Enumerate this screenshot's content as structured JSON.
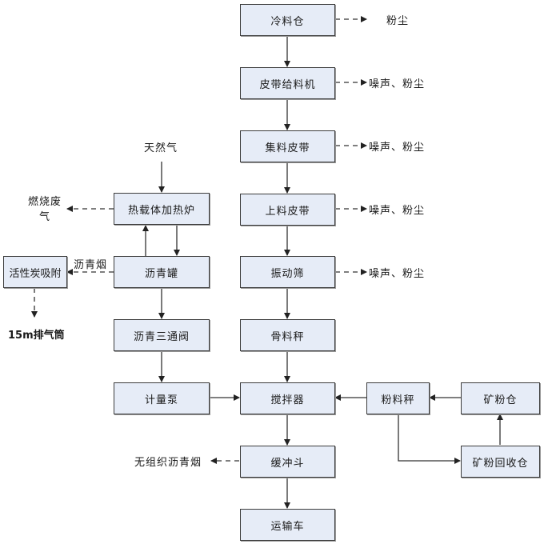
{
  "diagram": {
    "type": "process-flowchart",
    "colors": {
      "box_fill": "#e6ecf7",
      "box_border": "#3c3c3c",
      "line": "#333333"
    },
    "nodes": {
      "cold_bin": "冷料仓",
      "belt_feeder": "皮带给料机",
      "collecting_belt": "集料皮带",
      "loading_belt": "上料皮带",
      "vibrating_screen": "振动筛",
      "aggregate_scale": "骨料秤",
      "mixer": "搅拌器",
      "buffer_hopper": "缓冲斗",
      "transport_truck": "运输车",
      "heat_carrier_furnace": "热载体加热炉",
      "asphalt_tank": "沥青罐",
      "asphalt_three_way_valve": "沥青三通阀",
      "metering_pump": "计量泵",
      "activated_carbon_adsorption": "活性炭吸附",
      "powder_scale": "粉料秤",
      "mineral_powder_bin": "矿粉仓",
      "mineral_powder_recovery_bin": "矿粉回收仓"
    },
    "labels": {
      "dust": "粉尘",
      "noise_dust_1": "噪声、粉尘",
      "noise_dust_2": "噪声、粉尘",
      "noise_dust_3": "噪声、粉尘",
      "noise_dust_4": "噪声、粉尘",
      "natural_gas": "天然气",
      "combustion_exhaust_line1": "燃烧废",
      "combustion_exhaust_line2": "气",
      "asphalt_fume": "沥青烟",
      "stack_15m": "15m排气筒",
      "fugitive_asphalt_fume": "无组织沥青烟"
    },
    "edges": [
      {
        "from": "冷料仓",
        "to": "皮带给料机",
        "style": "solid"
      },
      {
        "from": "皮带给料机",
        "to": "集料皮带",
        "style": "solid"
      },
      {
        "from": "集料皮带",
        "to": "上料皮带",
        "style": "solid"
      },
      {
        "from": "上料皮带",
        "to": "振动筛",
        "style": "solid"
      },
      {
        "from": "振动筛",
        "to": "骨料秤",
        "style": "solid"
      },
      {
        "from": "骨料秤",
        "to": "搅拌器",
        "style": "solid"
      },
      {
        "from": "搅拌器",
        "to": "缓冲斗",
        "style": "solid"
      },
      {
        "from": "缓冲斗",
        "to": "运输车",
        "style": "solid"
      },
      {
        "from": "天然气",
        "to": "热载体加热炉",
        "style": "solid"
      },
      {
        "from": "热载体加热炉",
        "to": "沥青罐",
        "style": "solid"
      },
      {
        "from": "沥青罐",
        "to": "热载体加热炉",
        "style": "solid"
      },
      {
        "from": "沥青罐",
        "to": "沥青三通阀",
        "style": "solid"
      },
      {
        "from": "沥青三通阀",
        "to": "计量泵",
        "style": "solid"
      },
      {
        "from": "计量泵",
        "to": "搅拌器",
        "style": "solid"
      },
      {
        "from": "粉料秤",
        "to": "搅拌器",
        "style": "solid"
      },
      {
        "from": "矿粉仓",
        "to": "粉料秤",
        "style": "solid"
      },
      {
        "from": "粉料秤",
        "to": "矿粉回收仓",
        "style": "solid"
      },
      {
        "from": "矿粉回收仓",
        "to": "矿粉仓",
        "style": "solid"
      },
      {
        "from": "冷料仓",
        "to": "粉尘",
        "style": "dashed"
      },
      {
        "from": "皮带给料机",
        "to": "噪声、粉尘",
        "style": "dashed"
      },
      {
        "from": "集料皮带",
        "to": "噪声、粉尘",
        "style": "dashed"
      },
      {
        "from": "上料皮带",
        "to": "噪声、粉尘",
        "style": "dashed"
      },
      {
        "from": "振动筛",
        "to": "噪声、粉尘",
        "style": "dashed"
      },
      {
        "from": "热载体加热炉",
        "to": "燃烧废气",
        "style": "dashed"
      },
      {
        "from": "沥青罐",
        "to": "活性炭吸附",
        "style": "dashed",
        "label": "沥青烟"
      },
      {
        "from": "活性炭吸附",
        "to": "15m排气筒",
        "style": "dashed"
      },
      {
        "from": "缓冲斗",
        "to": "无组织沥青烟",
        "style": "dashed"
      }
    ]
  }
}
